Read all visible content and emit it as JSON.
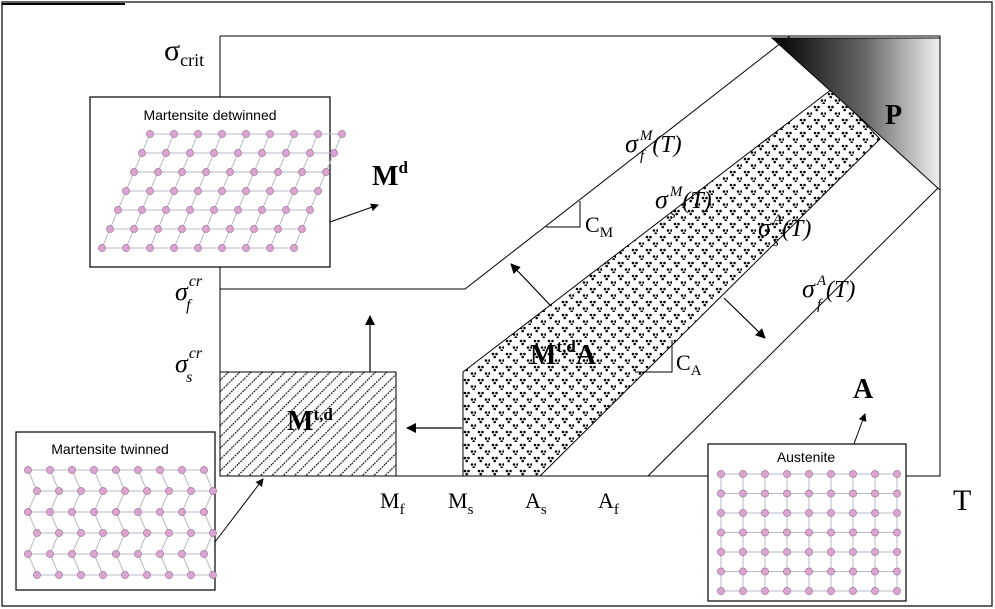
{
  "axis": {
    "sigma_crit": "σ",
    "sigma_crit_sub": "crit",
    "sigma_f_cr": "σ",
    "sigma_f_cr_sub": "f",
    "sigma_f_cr_sup": "cr",
    "sigma_s_cr": "σ",
    "sigma_s_cr_sub": "s",
    "sigma_s_cr_sup": "cr",
    "t_label": "T",
    "mf": "M",
    "mf_sub": "f",
    "ms": "M",
    "ms_sub": "s",
    "as": "A",
    "as_sub": "s",
    "af": "A",
    "af_sub": "f"
  },
  "curves": {
    "sigma_f_M": {
      "main": "σ",
      "sup": "M",
      "sub": "f",
      "arg": "(T)"
    },
    "sigma_s_M": {
      "main": "σ",
      "sup": "M",
      "sub": "s",
      "arg": "(T)"
    },
    "sigma_s_A": {
      "main": "σ",
      "sup": "A",
      "sub": "s",
      "arg": "(T)"
    },
    "sigma_f_A": {
      "main": "σ",
      "sup": "A",
      "sub": "f",
      "arg": "(T)"
    }
  },
  "slopes": {
    "cm": "C",
    "cm_sub": "M",
    "ca": "C",
    "ca_sub": "A"
  },
  "regions": {
    "md": "M",
    "md_sup": "d",
    "mtd": "M",
    "mtd_sup": "t,d",
    "mtda": "M",
    "mtda_sup": "t,d",
    "mtda_a": "A",
    "p": "P",
    "a": "A"
  },
  "insets": {
    "detwinned_title": "Martensite detwinned",
    "twinned_title": "Martensite twinned",
    "austenite_title": "Austenite"
  },
  "colors": {
    "atom": "#d9a5cf",
    "atom_stroke": "#9a6a92",
    "bond": "#b9b9c9",
    "ink": "#000000"
  }
}
